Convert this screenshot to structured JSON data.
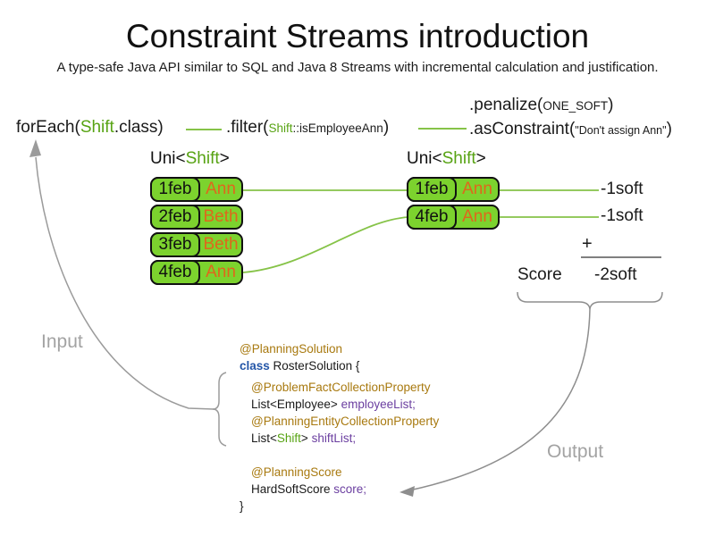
{
  "title": "Constraint Streams introduction",
  "subtitle": "A type-safe Java API similar to SQL and Java 8 Streams with incremental calculation and justification.",
  "colors": {
    "green": "#57a313",
    "cellgreen": "#7cd22e",
    "linegreen": "#86c348",
    "orange": "#df671c",
    "gold": "#a8790f",
    "blue": "#2456a8",
    "purple": "#6b3fa0",
    "gray": "#8e8e8e"
  },
  "expression": {
    "forEach": {
      "pre": "forEach(",
      "type": "Shift",
      "post": ".class)"
    },
    "filter": {
      "pre": ".filter(",
      "type": "Shift",
      "method": "::isEmployeeAnn",
      "post": ")"
    },
    "penalize": {
      "pre": ".penalize(",
      "arg": "ONE_SOFT",
      "post": ")"
    },
    "asConstraint": {
      "pre": ".asConstraint(",
      "arg": "\"Don't assign Ann\"",
      "post": ")"
    }
  },
  "stream_type_label": {
    "pre": "Uni<",
    "type": "Shift",
    "post": ">"
  },
  "left_table": {
    "rows": [
      {
        "date": "1feb",
        "name": "Ann"
      },
      {
        "date": "2feb",
        "name": "Beth"
      },
      {
        "date": "3feb",
        "name": "Beth"
      },
      {
        "date": "4feb",
        "name": "Ann"
      }
    ]
  },
  "right_table": {
    "rows": [
      {
        "date": "1feb",
        "name": "Ann"
      },
      {
        "date": "4feb",
        "name": "Ann"
      }
    ]
  },
  "score_panel": {
    "penalties": [
      "-1soft",
      "-1soft"
    ],
    "plus": "+",
    "score_label": "Score",
    "total": "-2soft"
  },
  "flow_labels": {
    "input": "Input",
    "output": "Output"
  },
  "code": {
    "lines": [
      {
        "indent": 0,
        "tokens": [
          {
            "t": "@PlanningSolution",
            "c": "an"
          }
        ]
      },
      {
        "indent": 0,
        "tokens": [
          {
            "t": "class ",
            "c": "kw"
          },
          {
            "t": "RosterSolution {",
            "c": "pl"
          }
        ]
      },
      {
        "indent": 1,
        "tokens": [
          {
            "t": "@ProblemFactCollectionProperty",
            "c": "an"
          }
        ]
      },
      {
        "indent": 1,
        "tokens": [
          {
            "t": "List<Employee> ",
            "c": "pl"
          },
          {
            "t": "employeeList;",
            "c": "fi"
          }
        ]
      },
      {
        "indent": 1,
        "tokens": [
          {
            "t": "@PlanningEntityCollectionProperty",
            "c": "an"
          }
        ]
      },
      {
        "indent": 1,
        "tokens": [
          {
            "t": "List<",
            "c": "pl"
          },
          {
            "t": "Shift",
            "c": "ty"
          },
          {
            "t": "> ",
            "c": "pl"
          },
          {
            "t": "shiftList;",
            "c": "fi"
          }
        ]
      },
      {
        "indent": 1,
        "tokens": []
      },
      {
        "indent": 1,
        "tokens": [
          {
            "t": "@PlanningScore",
            "c": "an"
          }
        ]
      },
      {
        "indent": 1,
        "tokens": [
          {
            "t": "HardSoftScore ",
            "c": "pl"
          },
          {
            "t": "score;",
            "c": "fi"
          }
        ]
      },
      {
        "indent": 0,
        "tokens": [
          {
            "t": "}",
            "c": "pl"
          }
        ]
      }
    ]
  }
}
